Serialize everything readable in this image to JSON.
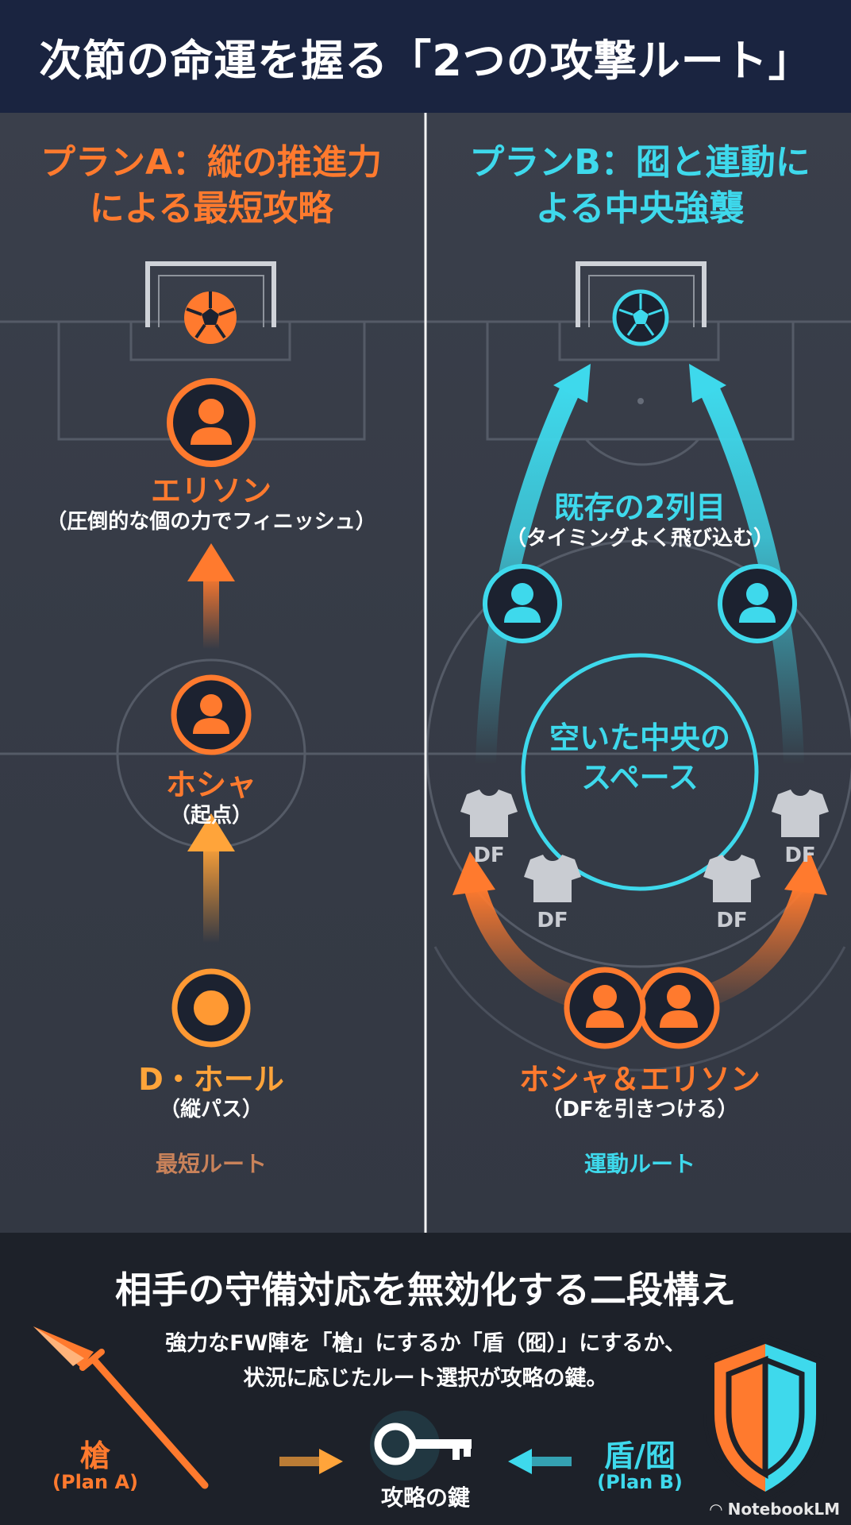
{
  "header": {
    "title": "次節の命運を握る「2つの攻撃ルート」"
  },
  "colors": {
    "orange": "#ff7a2e",
    "cyan": "#3ed9ec",
    "header_bg": "#1a2440"
  },
  "plan_a": {
    "title_line1": "プランA：縦の推進力",
    "title_line2": "による最短攻略",
    "finisher": {
      "name": "エリソン",
      "role": "（圧倒的な個の力でフィニッシュ）"
    },
    "pivot": {
      "name": "ホシャ",
      "role": "（起点）"
    },
    "origin": {
      "name": "D・ホール",
      "role": "（縦パス）"
    },
    "route_label": "最短ルート"
  },
  "plan_b": {
    "title_line1": "プランB：囮と連動に",
    "title_line2": "よる中央強襲",
    "runners": {
      "name": "既存の2列目",
      "role": "（タイミングよく飛び込む）"
    },
    "space_label_line1": "空いた中央の",
    "space_label_line2": "スペース",
    "defender_label": "DF",
    "decoys": {
      "name": "ホシャ＆エリソン",
      "role": "（DFを引きつける）"
    },
    "route_label": "運動ルート"
  },
  "bottom": {
    "title": "相手の守備対応を無効化する二段構え",
    "desc_line1": "強力なFW陣を「槍」にするか「盾（囮）」にするか、",
    "desc_line2": "状況に応じたルート選択が攻略の鍵。",
    "spear_label": "槍",
    "spear_plan": "(Plan A)",
    "shield_label": "盾/囮",
    "shield_plan": "(Plan B)",
    "key_label": "攻略の鍵"
  },
  "brand": "NotebookLM",
  "icons": [
    "goal-icon",
    "ball-icon",
    "player-icon",
    "jersey-icon",
    "spear-icon",
    "key-icon",
    "shield-icon",
    "arrow-icon"
  ]
}
